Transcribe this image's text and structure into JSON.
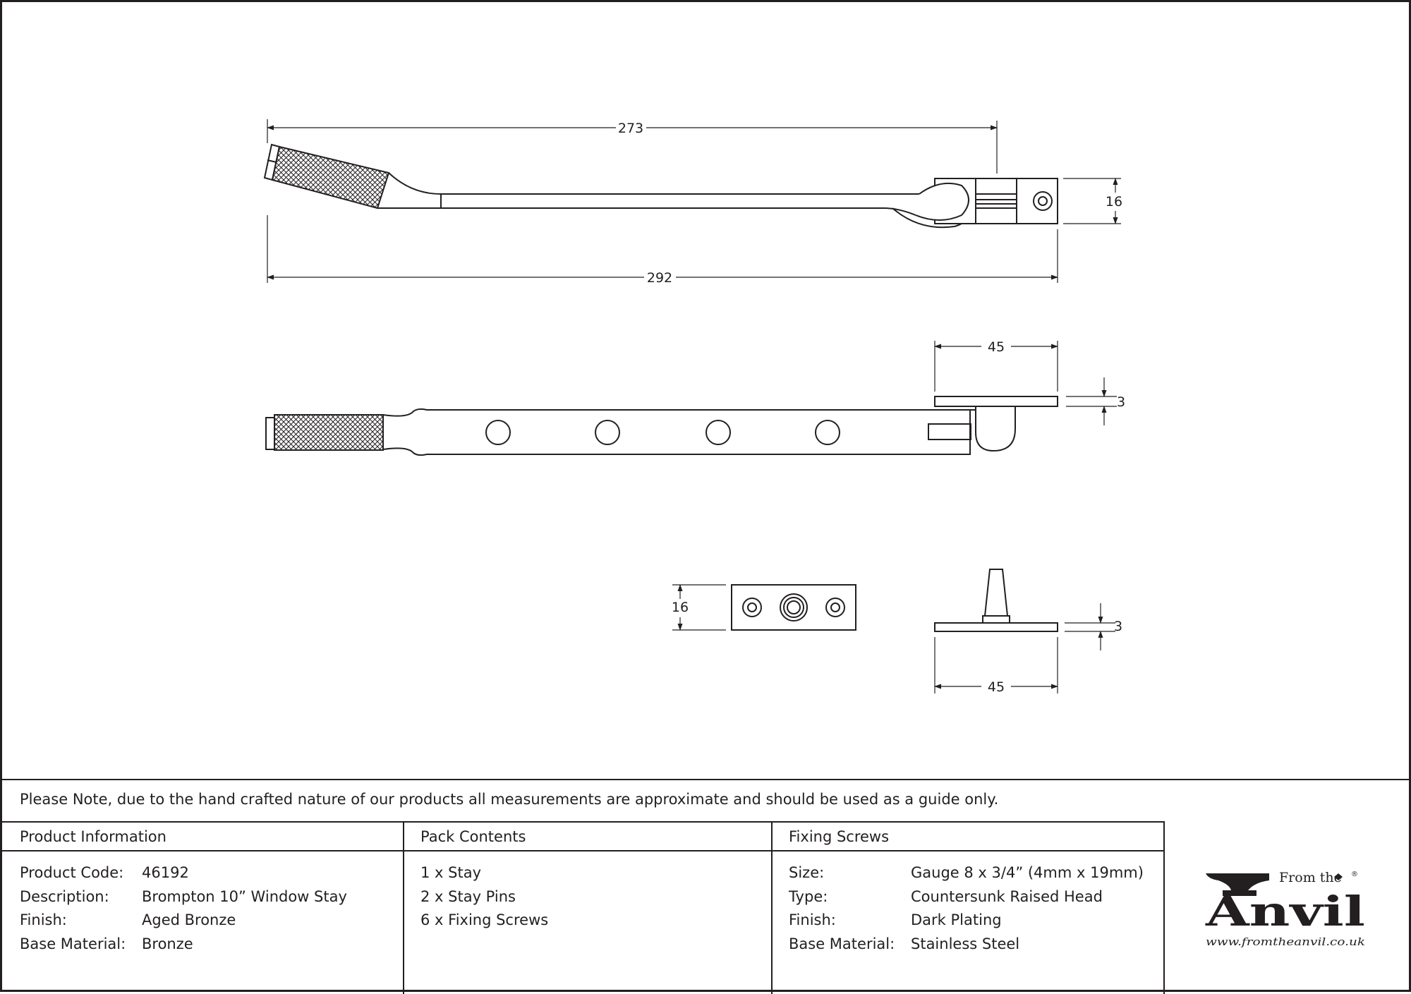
{
  "dimensions": {
    "overall_length": "292",
    "arm_length": "273",
    "width_top": "16",
    "plate_length": "45",
    "plate_thickness": "3",
    "pin_plate_width": "16",
    "pin_plate_thickness": "3",
    "pin_plate_length": "45"
  },
  "note": "Please Note, due to the hand crafted nature of our products all measurements are approximate and should be used as a guide only.",
  "product_info": {
    "header": "Product Information",
    "rows": [
      {
        "label": "Product Code:",
        "value": "46192"
      },
      {
        "label": "Description:",
        "value": "Brompton 10” Window Stay"
      },
      {
        "label": "Finish:",
        "value": "Aged Bronze"
      },
      {
        "label": "Base Material:",
        "value": "Bronze"
      }
    ]
  },
  "pack_contents": {
    "header": "Pack Contents",
    "items": [
      "1 x Stay",
      "2 x Stay Pins",
      "6 x Fixing Screws"
    ]
  },
  "fixing_screws": {
    "header": "Fixing Screws",
    "rows": [
      {
        "label": "Size:",
        "value": "Gauge 8 x 3/4” (4mm x 19mm)"
      },
      {
        "label": "Type:",
        "value": "Countersunk Raised Head"
      },
      {
        "label": "Finish:",
        "value": "Dark Plating"
      },
      {
        "label": "Base Material:",
        "value": "Stainless Steel"
      }
    ]
  },
  "logo": {
    "line1": "From the",
    "line2": "Anvil",
    "url": "www.fromtheanvil.co.uk",
    "registered": "®"
  }
}
